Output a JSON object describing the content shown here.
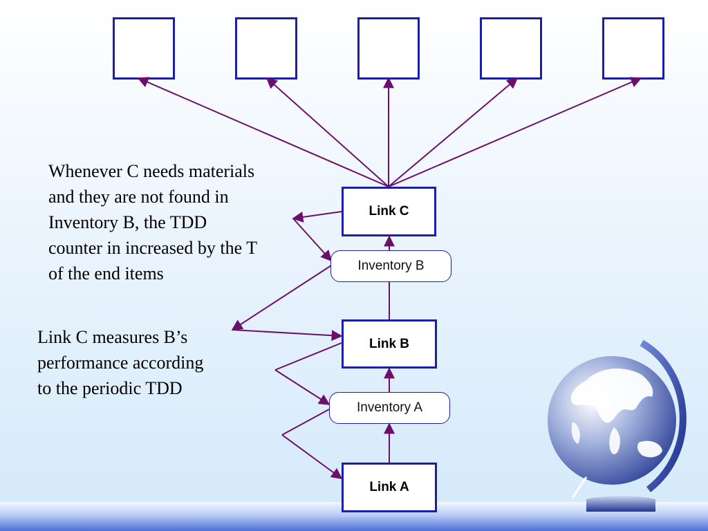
{
  "nodes": {
    "link_c": "Link C",
    "inventory_b": "Inventory B",
    "link_b": "Link B",
    "inventory_a": "Inventory A",
    "link_a": "Link A"
  },
  "annotations": {
    "note_1": [
      "Whenever C needs materials",
      "and they are not found in",
      "Inventory B, the TDD",
      "counter in increased by the T",
      "of the end items"
    ],
    "note_2": [
      "Link C measures B’s",
      "performance according",
      "to the periodic TDD"
    ]
  },
  "colors": {
    "arrow": "#6b0f6b",
    "box_border": "#1c1fa6"
  },
  "decoration": "globe-icon"
}
